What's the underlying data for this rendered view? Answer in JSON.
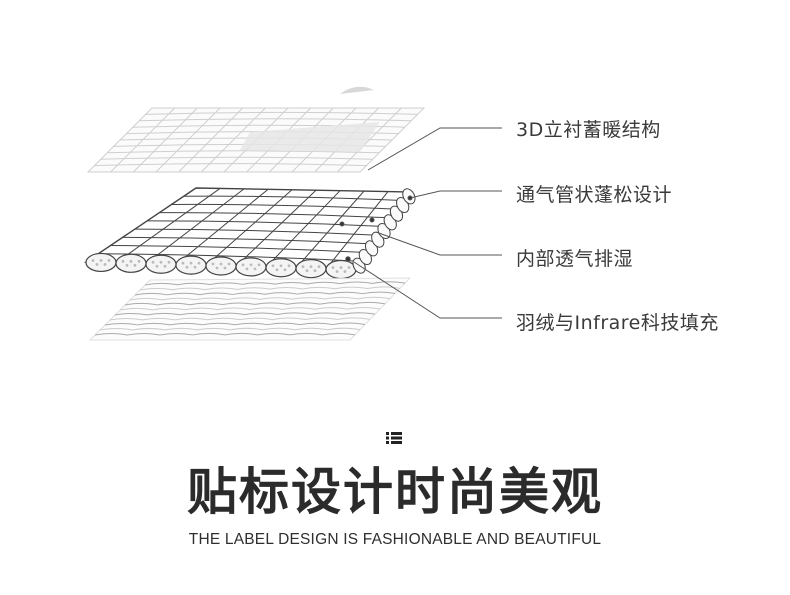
{
  "callouts": [
    {
      "id": "c1",
      "label": "3D立衬蓄暖结构"
    },
    {
      "id": "c2",
      "label": "通气管状蓬松设计"
    },
    {
      "id": "c3",
      "label": "内部透气排湿"
    },
    {
      "id": "c4",
      "label": "羽绒与Infrare科技填充"
    }
  ],
  "section": {
    "icon": "list-menu-icon",
    "headline": "贴标设计时尚美观",
    "subheadline": "THE LABEL DESIGN IS FASHIONABLE AND BEAUTIFUL"
  },
  "colors": {
    "line": "#555555",
    "text": "#333333",
    "faint_layer": "#c8c8c8",
    "background": "#ffffff"
  }
}
